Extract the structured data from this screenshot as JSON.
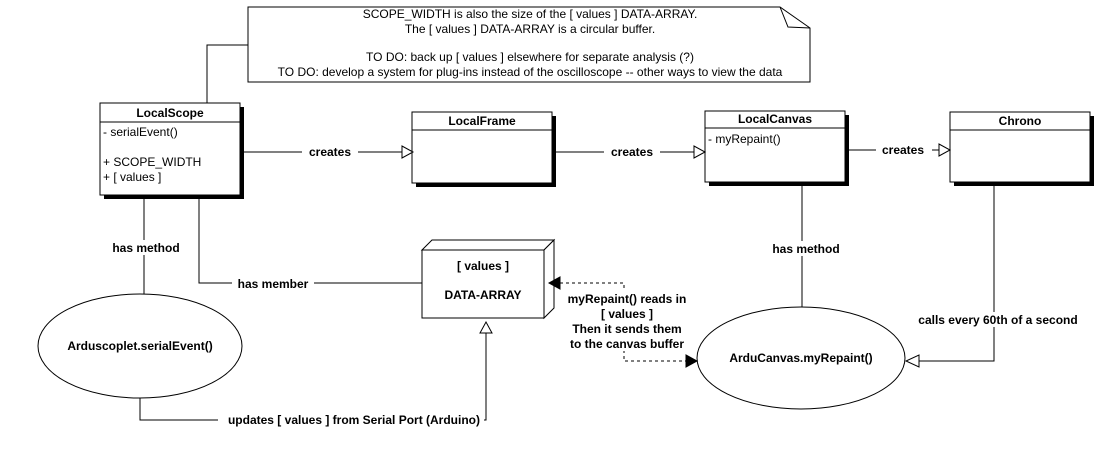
{
  "note": {
    "lines": [
      "SCOPE_WIDTH is also the size of the [ values ] DATA-ARRAY.",
      "The [ values ] DATA-ARRAY is a circular buffer.",
      "",
      "TO DO: back up [ values ] elsewhere for separate analysis (?)",
      "TO DO: develop a system for plug-ins instead of the oscilloscope -- other ways to view the data"
    ]
  },
  "classes": {
    "local_scope": {
      "name": "LocalScope",
      "members": [
        "- serialEvent()",
        "",
        "+ SCOPE_WIDTH",
        "+ [ values ]"
      ]
    },
    "local_frame": {
      "name": "LocalFrame"
    },
    "local_canvas": {
      "name": "LocalCanvas",
      "members": [
        "- myRepaint()"
      ]
    },
    "chrono": {
      "name": "Chrono"
    }
  },
  "data_array": {
    "line1": "[ values ]",
    "line2": "DATA-ARRAY"
  },
  "ellipses": {
    "serial_event": "Arduscoplet.serialEvent()",
    "my_repaint": "ArduCanvas.myRepaint()"
  },
  "labels": {
    "creates_1": "creates",
    "creates_2": "creates",
    "creates_3": "creates",
    "has_method_1": "has method",
    "has_member": "has member",
    "has_method_2": "has method",
    "updates": "updates [ values ] from Serial Port (Arduino)",
    "calls": "calls every 60th of a second",
    "reads": [
      "myRepaint() reads in",
      "[ values ]",
      "Then it sends them",
      "to the canvas buffer"
    ]
  }
}
